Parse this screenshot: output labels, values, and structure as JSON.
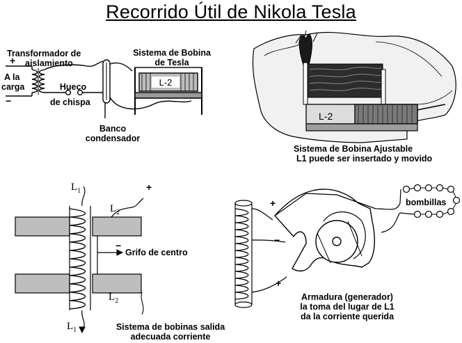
{
  "title": "Recorrido Útil de Nikola Tesla",
  "panels": {
    "tesla_circuit": {
      "transformer_label_1": "Transformador de",
      "transformer_label_2": "aislamiento",
      "load_label_1": "A la",
      "load_label_2": "carga",
      "gap_label_1": "Hueco",
      "gap_label_2": "de chispa",
      "coil_label_1": "Sistema de Bobina",
      "coil_label_2": "de Tesla",
      "coil_tag": "L-2",
      "bank_label_1": "Banco",
      "bank_label_2": "condensador",
      "plus": "+",
      "minus": "−"
    },
    "adjustable_coil": {
      "coil_tag": "L-2",
      "caption_1": "Sistema de Bobina  Ajustable",
      "caption_2": "L1 puede ser insertado y movido"
    },
    "center_tap": {
      "l1_top": "L",
      "l1_top_sub": "1",
      "l2_top": "L",
      "l2_top_sub": "2",
      "l2_bottom": "L",
      "l2_bottom_sub": "2",
      "l1_bottom": "L",
      "l1_bottom_sub": "1",
      "plus": "+",
      "minus": "−",
      "tap_label": "Grifo de centro",
      "caption_1": "Sistema de bobinas salida",
      "caption_2": "adecuada corriente"
    },
    "armature": {
      "bulbs_label": "bombillas",
      "plus_top": "+",
      "minus": "−",
      "plus_bottom": "+",
      "caption_1": "Armadura (generador)",
      "caption_2": "la toma del lugar de L1",
      "caption_3": "da la corriente querida"
    }
  }
}
